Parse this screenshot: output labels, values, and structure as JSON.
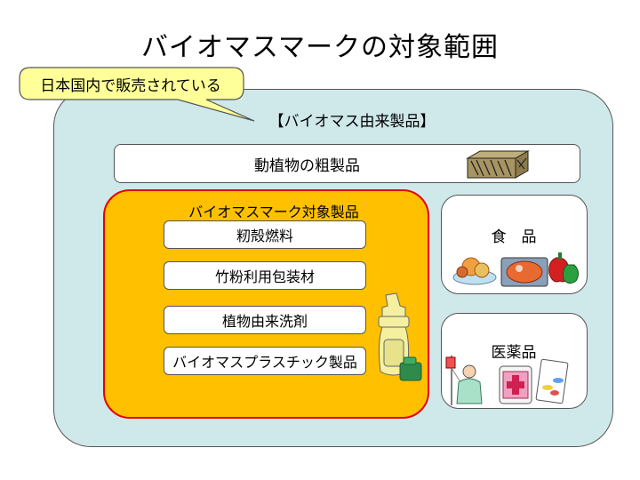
{
  "title": "バイオマスマークの対象範囲",
  "callout": "日本国内で販売されている",
  "scope_label": "【バイオマス由来製品】",
  "crude_products": "動植物の粗製品",
  "target_label": "バイオマスマーク対象製品",
  "items": [
    "籾殻燃料",
    "竹粉利用包装材",
    "植物由来洗剤",
    "バイオマスプラスチック製品"
  ],
  "food_label": "食　品",
  "medicine_label": "医薬品",
  "colors": {
    "outer_bg": "#cfe8ea",
    "callout_bg": "#ffff99",
    "target_bg": "#ffc000",
    "target_border": "#e60000"
  }
}
